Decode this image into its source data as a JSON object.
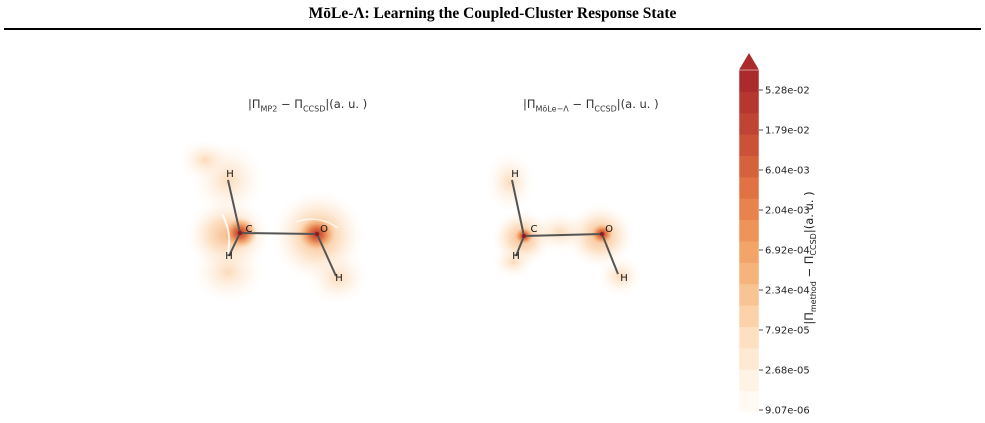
{
  "header": {
    "title": "MōLe-Λ: Learning the Coupled-Cluster Response State"
  },
  "panels": [
    {
      "title_prefix": "|Π",
      "title_sub1": "MP2",
      "title_mid": " − Π",
      "title_sub2": "CCSD",
      "title_suffix": "|(a. u. )",
      "atoms": [
        "H",
        "C",
        "O",
        "H",
        "H"
      ]
    },
    {
      "title_prefix": "|Π",
      "title_sub1": "MōLe−Λ",
      "title_mid": " − Π",
      "title_sub2": "CCSD",
      "title_suffix": "|(a. u. )",
      "atoms": [
        "H",
        "C",
        "O",
        "H",
        "H"
      ]
    }
  ],
  "colorbar": {
    "ticks": [
      "5.28e-02",
      "1.79e-02",
      "6.04e-03",
      "2.04e-03",
      "6.92e-04",
      "2.34e-04",
      "7.92e-05",
      "2.68e-05",
      "9.07e-06"
    ],
    "label_prefix": "|Π",
    "label_sub1": "method",
    "label_mid": " − Π",
    "label_sub2": "CCSD",
    "label_suffix": "|(a. u. )",
    "colors": [
      "#fffaf4",
      "#fff3e6",
      "#fee9d3",
      "#fde0c2",
      "#fbd2aa",
      "#f9c493",
      "#f6b47c",
      "#f3a468",
      "#ee9459",
      "#e8834d",
      "#e07243",
      "#d6623c",
      "#cc5237",
      "#c04433",
      "#b5372f",
      "#ab2b2c"
    ]
  }
}
